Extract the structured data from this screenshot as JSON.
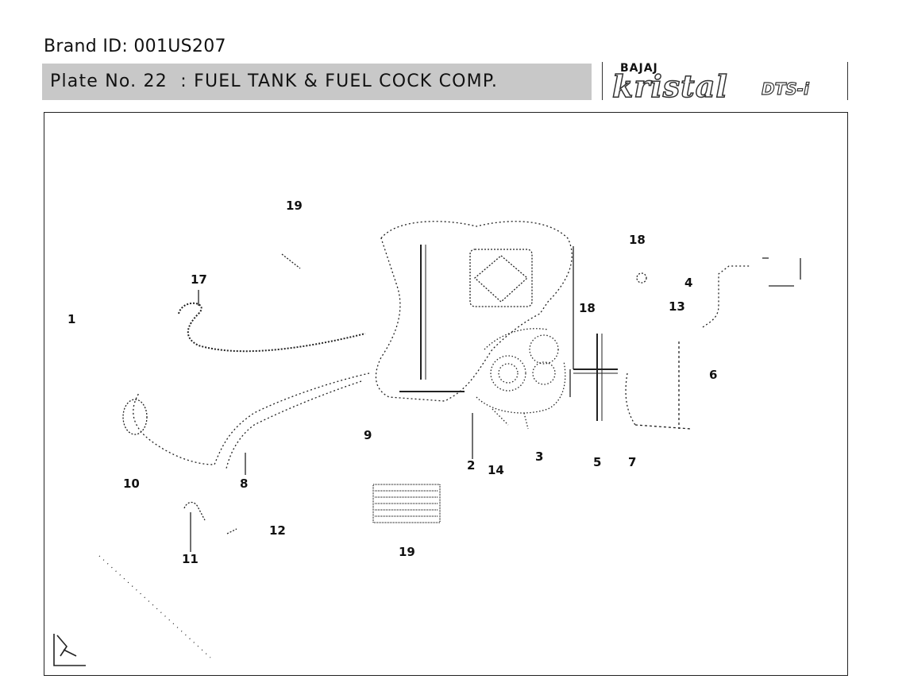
{
  "header": {
    "brand_id": "Brand ID: 001US207",
    "plate_title": "Plate No. 22  : FUEL TANK & FUEL COCK COMP."
  },
  "logo": {
    "brand": "BAJAJ",
    "model": "kristal",
    "variant": "DTS-i"
  },
  "callouts": [
    "19",
    "17",
    "1",
    "18",
    "4",
    "18",
    "13",
    "6",
    "9",
    "2",
    "14",
    "3",
    "5",
    "7",
    "10",
    "8",
    "12",
    "11",
    "19"
  ]
}
